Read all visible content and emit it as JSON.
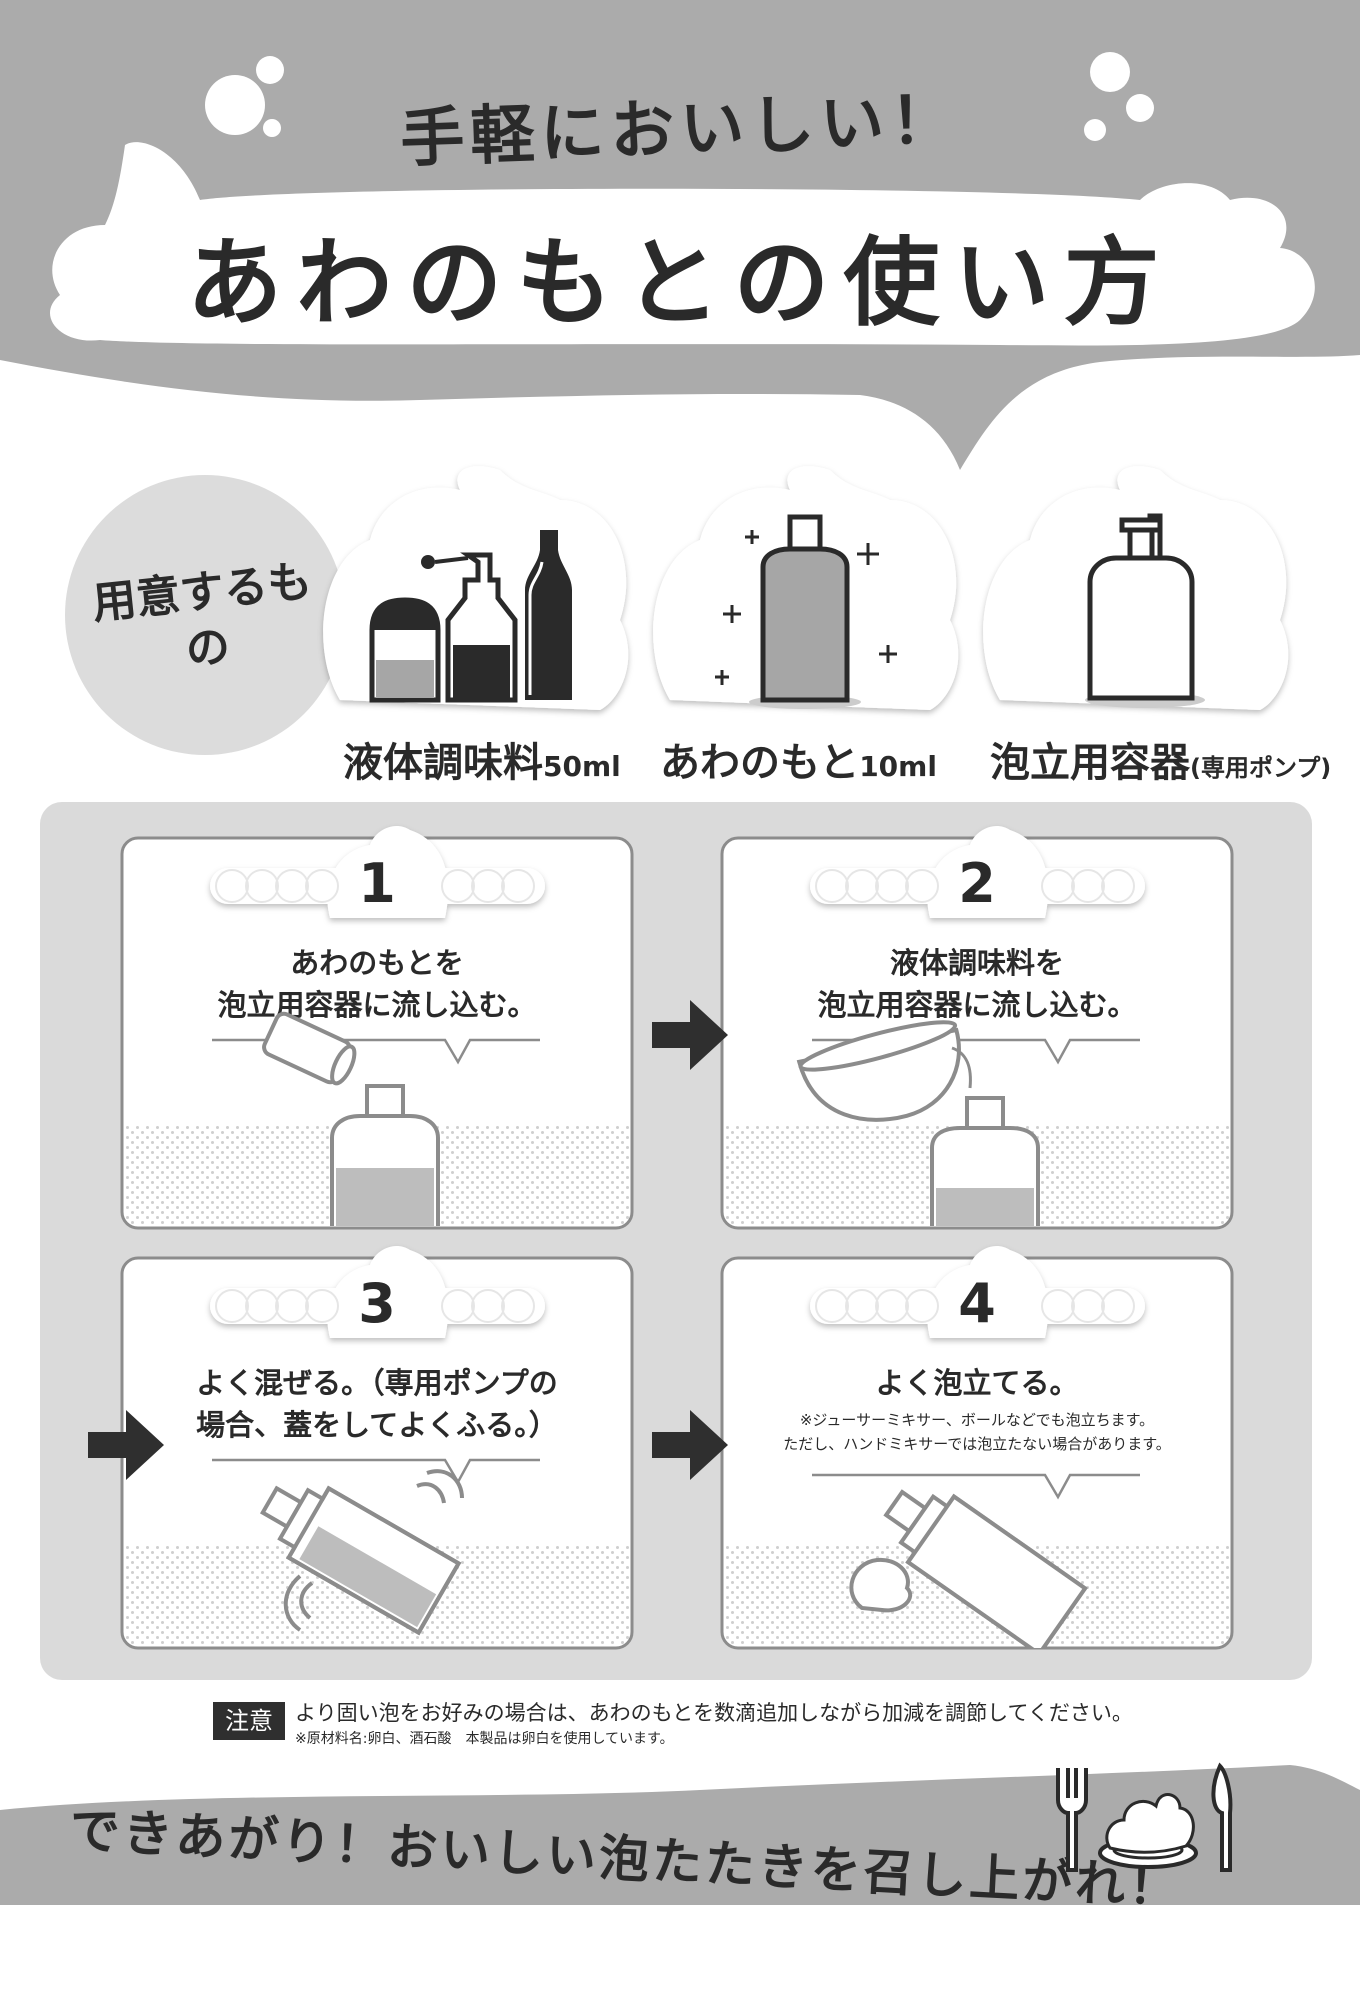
{
  "header": {
    "subtitle": "手軽においしい！",
    "title": "あわのもとの使い方"
  },
  "preparation": {
    "heading": "用意するもの",
    "items": [
      {
        "name": "液体調味料",
        "amount": "50ml",
        "icon": "seasoning-bottles-icon"
      },
      {
        "name": "あわのもと",
        "amount": "10ml",
        "icon": "awanomoto-bottle-icon"
      },
      {
        "name": "泡立用容器",
        "amount": "(専用ポンプ)",
        "icon": "pump-bottle-icon"
      }
    ]
  },
  "steps": [
    {
      "number": "1",
      "lines": [
        "あわのもとを",
        "泡立用容器に流し込む。"
      ],
      "note": []
    },
    {
      "number": "2",
      "lines": [
        "液体調味料を",
        "泡立用容器に流し込む。"
      ],
      "note": []
    },
    {
      "number": "3",
      "lines": [
        "よく混ぜる。（専用ポンプの",
        "場合、蓋をしてよくふる。）"
      ],
      "note": []
    },
    {
      "number": "4",
      "lines": [
        "よく泡立てる。"
      ],
      "note": [
        "※ジューサーミキサー、ボールなどでも泡立ちます。",
        "ただし、ハンドミキサーでは泡立たない場合があります。"
      ]
    }
  ],
  "caution": {
    "label": "注意",
    "text": "より固い泡をお好みの場合は、あわのもとを数滴追加しながら加減を調節してください。",
    "note": "※原材料名:卵白、酒石酸　本製品は卵白を使用しています。"
  },
  "footer": {
    "text": "できあがり！おいしい泡たたきを召し上がれ！"
  },
  "colors": {
    "band_gray": "#ababab",
    "panel_gray": "#dadada",
    "dark": "#2a2a2a",
    "liquid_gray": "#a6a6a6"
  }
}
